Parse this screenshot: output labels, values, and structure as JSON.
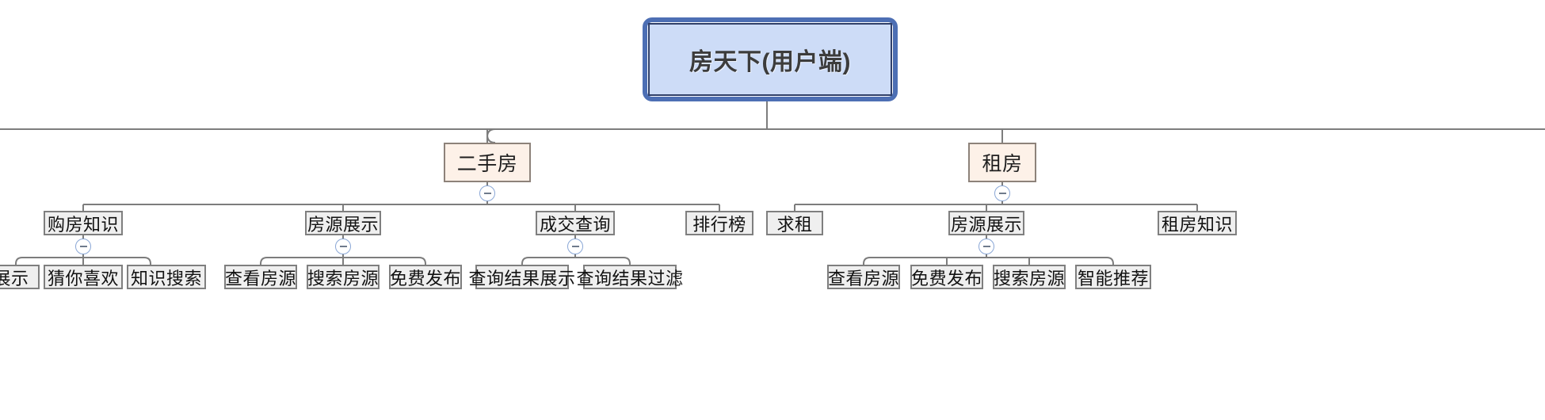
{
  "diagram": {
    "type": "mindmap-tree",
    "title": "房天下(用户端)",
    "orientation": "top-down",
    "colors": {
      "root_fill": "#cddcf7",
      "root_border": "#2f3f69",
      "root_selection": "#4d6fb4",
      "level2_fill": "#fdf1e8",
      "level2_border": "#8d827a",
      "node_fill": "#efefef",
      "node_border": "#7f7f7f",
      "link": "#7d7d7d",
      "toggle_border": "#8aa7d6",
      "background": "#ffffff"
    }
  },
  "root": {
    "label": "房天下(用户端)",
    "selected": true
  },
  "toggle": {
    "state": "expanded",
    "glyph": "minus"
  },
  "nodes": {
    "level2": [
      {
        "id": "ershoufang",
        "label": "二手房",
        "collapsible": true
      },
      {
        "id": "zufang",
        "label": "租房",
        "collapsible": true
      }
    ],
    "level3_ershoufang": [
      {
        "id": "goufangzhishi",
        "label": "购房知识",
        "collapsible": true
      },
      {
        "id": "fangyuanzhanshi_esf",
        "label": "房源展示",
        "collapsible": true
      },
      {
        "id": "chengjiaochaxun",
        "label": "成交查询",
        "collapsible": true
      },
      {
        "id": "paihangbang",
        "label": "排行榜",
        "collapsible": false
      }
    ],
    "level3_zufang": [
      {
        "id": "qiuzu",
        "label": "求租",
        "collapsible": false
      },
      {
        "id": "fangyuanzhanshi_zf",
        "label": "房源展示",
        "collapsible": true
      },
      {
        "id": "zufangzhishi",
        "label": "租房知识",
        "collapsible": false
      }
    ],
    "level4_goufangzhishi": [
      {
        "id": "zhishizhanshi",
        "label": "展示"
      },
      {
        "id": "cainixihuan",
        "label": "猜你喜欢"
      },
      {
        "id": "zhishisousuo",
        "label": "知识搜索"
      }
    ],
    "level4_fangyuanzhanshi_esf": [
      {
        "id": "chakanfangyuan_esf",
        "label": "查看房源"
      },
      {
        "id": "sousuofangyuan_esf",
        "label": "搜索房源"
      },
      {
        "id": "mianfeifabu_esf",
        "label": "免费发布"
      }
    ],
    "level4_chengjiaochaxun": [
      {
        "id": "chaxunjieguozhanshi",
        "label": "查询结果展示"
      },
      {
        "id": "chaxunjieguoguolv",
        "label": "查询结果过滤"
      }
    ],
    "level4_fangyuanzhanshi_zf": [
      {
        "id": "chakanfangyuan_zf",
        "label": "查看房源"
      },
      {
        "id": "mianfeifabu_zf",
        "label": "免费发布"
      },
      {
        "id": "sousuofangyuan_zf",
        "label": "搜索房源"
      },
      {
        "id": "zhinengtuijian",
        "label": "智能推荐"
      }
    ]
  }
}
